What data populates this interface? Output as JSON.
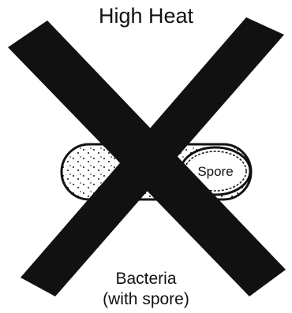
{
  "title": "High Heat",
  "spore_label": "Spore",
  "caption": {
    "line1": "Bacteria",
    "line2": "(with spore)"
  },
  "colors": {
    "ink": "#111111",
    "background": "#ffffff"
  }
}
